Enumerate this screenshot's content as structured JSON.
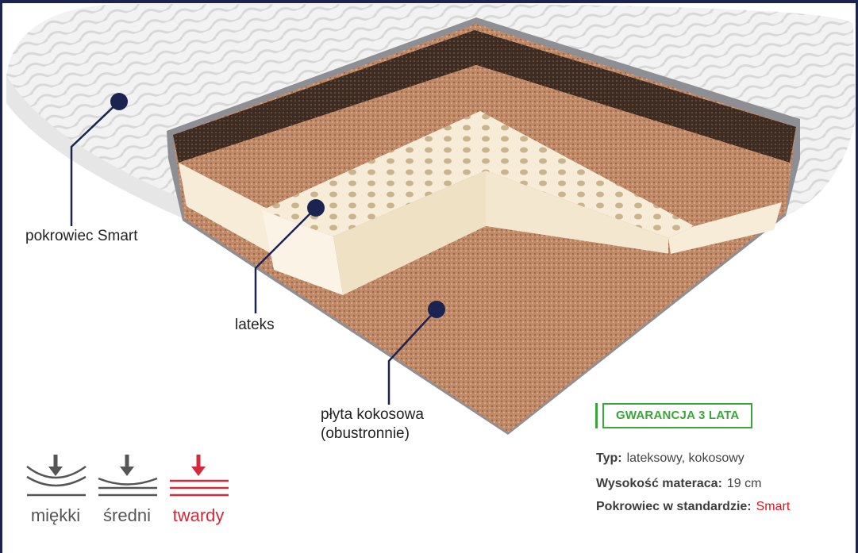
{
  "layers": [
    {
      "label": "pokrowiec Smart"
    },
    {
      "label": "lateks"
    },
    {
      "label": "płyta kokosowa",
      "label2": "(obustronnie)"
    }
  ],
  "warranty": "GWARANCJA 3 LATA",
  "specs": [
    {
      "key": "Typ:",
      "value": "lateksowy, kokosowy"
    },
    {
      "key": "Wysokość materaca:",
      "value": "19 cm"
    },
    {
      "key": "Pokrowiec w standardzie:",
      "value": "Smart"
    }
  ],
  "firmness": [
    {
      "label": "miękki",
      "icon": "soft-firmness-icon",
      "active": false
    },
    {
      "label": "średni",
      "icon": "medium-firmness-icon",
      "active": false
    },
    {
      "label": "twardy",
      "icon": "hard-firmness-icon",
      "active": true
    }
  ],
  "colors": {
    "navy": "#1b2350",
    "green": "#3aa53a",
    "red": "#e3141b",
    "hard": "#d42a3a"
  }
}
